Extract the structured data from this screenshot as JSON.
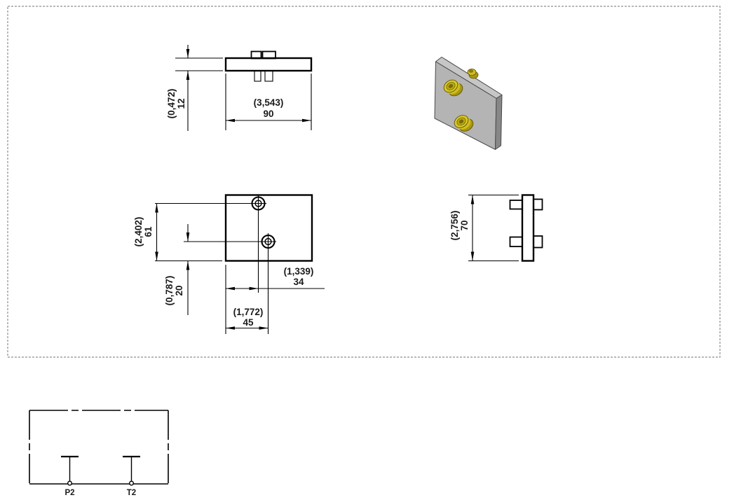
{
  "drawing": {
    "border_color": "#8a8f8a",
    "line_color": "#000000",
    "views": {
      "top": {
        "thickness_in": "(0,472)",
        "thickness_mm": "12",
        "width_in": "(3,543)",
        "width_mm": "90"
      },
      "front": {
        "hole1_y_in": "(2,402)",
        "hole1_y_mm": "61",
        "hole2_y_in": "(0,787)",
        "hole2_y_mm": "20",
        "hole1_x_in": "(1,339)",
        "hole1_x_mm": "34",
        "hole2_x_in": "(1,772)",
        "hole2_x_mm": "45"
      },
      "side": {
        "height_in": "(2,756)",
        "height_mm": "70"
      },
      "iso": {
        "plate_front_color": "#b4b4b4",
        "plate_top_color": "#c6c6c6",
        "plate_side_color": "#878787",
        "fitting_color": "#d8c92c",
        "fitting_shade_color": "#a89712",
        "fitting_mid_color": "#cfbe1b"
      }
    }
  },
  "schematic": {
    "port1_label": "P2",
    "port2_label": "T2"
  }
}
